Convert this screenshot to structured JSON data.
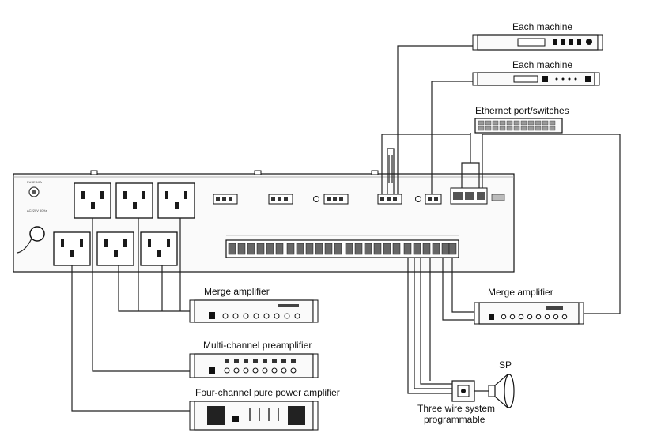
{
  "labels": {
    "each_machine_1": "Each machine",
    "each_machine_2": "Each machine",
    "ethernet": "Ethernet port/switches",
    "merge_amp_left": "Merge amplifier",
    "merge_amp_right": "Merge amplifier",
    "multi_preamp": "Multi-channel preamplifier",
    "four_ch_amp": "Four-channel pure power amplifier",
    "sp": "SP",
    "three_wire_1": "Three wire system",
    "three_wire_2": "programmable"
  }
}
